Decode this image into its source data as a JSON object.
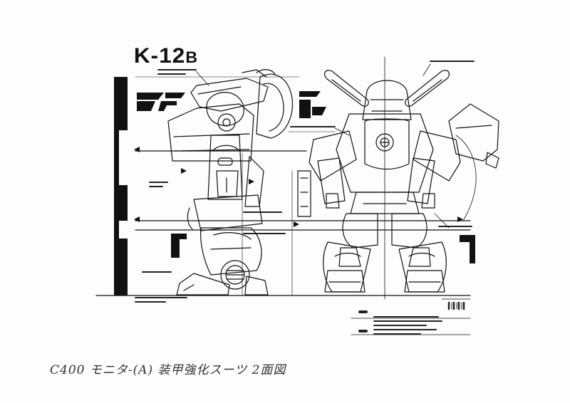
{
  "sheet": {
    "title_main": "K-12",
    "title_suffix": "B",
    "caption": "C400 モニタ-(A) 装甲強化スーツ 2面図"
  },
  "colors": {
    "ink": "#111111",
    "paper": "#fdfdfd",
    "pencil": "#444444"
  },
  "views": [
    {
      "name": "side-view"
    },
    {
      "name": "front-view"
    }
  ]
}
